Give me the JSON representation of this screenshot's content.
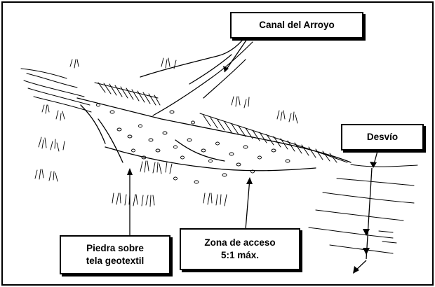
{
  "labels": {
    "canal": "Canal del Arroyo",
    "desvio": "Desvío",
    "piedra": [
      "Piedra sobre",
      "tela geotextil"
    ],
    "zona": [
      "Zona de acceso",
      "5:1 máx."
    ]
  }
}
